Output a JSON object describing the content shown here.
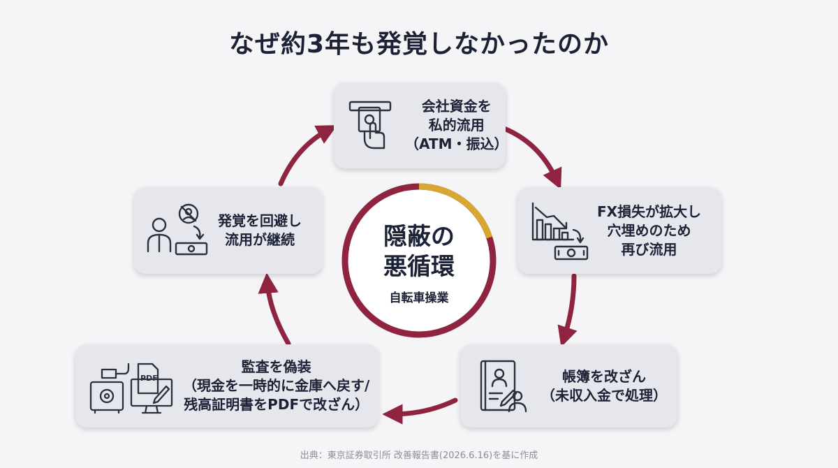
{
  "title": "なぜ約3年も発覚しなかったのか",
  "center": {
    "line1": "隠蔽の",
    "line2": "悪循環",
    "sub": "自転車操業"
  },
  "colors": {
    "arrow": "#8f2440",
    "ring_main": "#8f2440",
    "ring_accent": "#d8a731",
    "card_bg": "#e6e7ec"
  },
  "cycle": [
    {
      "icon": "atm-cash-icon",
      "lines": [
        "会社資金を",
        "私的流用",
        "（ATM・振込）"
      ]
    },
    {
      "icon": "fx-loss-chart-icon",
      "lines": [
        "FX損失が拡大し",
        "穴埋めのため",
        "再び流用"
      ]
    },
    {
      "icon": "ledger-edit-icon",
      "lines": [
        "帳簿を改ざん",
        "（未収入金で処理）"
      ]
    },
    {
      "icon": "safe-pdf-monitor-icon",
      "lines": [
        "監査を偽装",
        "（現金を一時的に金庫へ戻す/",
        "残高証明書をPDFで改ざん）"
      ]
    },
    {
      "icon": "person-hide-icon",
      "lines": [
        "発覚を回避し",
        "流用が継続"
      ]
    }
  ],
  "footer": "出典：東京証券取引所 改善報告書(2026.6.16)を基に作成"
}
